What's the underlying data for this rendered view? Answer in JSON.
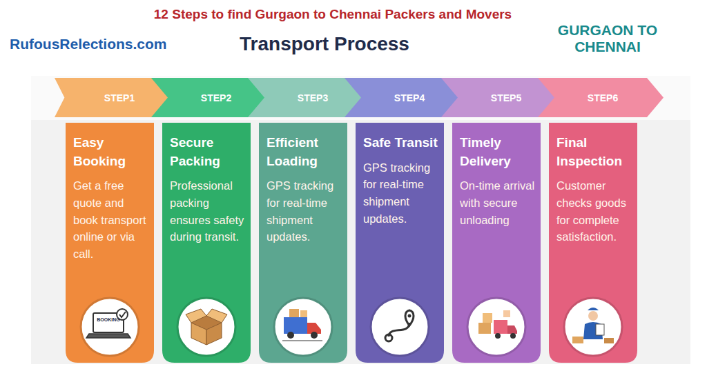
{
  "diagram": {
    "title": "12 Steps to find Gurgaon to Chennai Packers and Movers",
    "nodes": [
      {
        "text": [
          "STEP1"
        ]
      },
      {
        "text": [
          "Easy Booking",
          "Get a free quote and book transport online or via call."
        ]
      },
      {
        "text": [
          "STEP2"
        ]
      },
      {
        "text": [
          "Secure Packing",
          "Professional packing ensures safety during transit."
        ]
      },
      {
        "text": [
          "STEP3"
        ]
      },
      {
        "text": [
          "Efficient Loading",
          "GPS tracking for real-time shipment updates."
        ]
      },
      {
        "text": [
          "STEP4"
        ]
      },
      {
        "text": [
          "Safe Transit",
          "GPS tracking for real-time shipment updates."
        ]
      },
      {
        "text": [
          "STEP5"
        ]
      },
      {
        "text": [
          "Timely Delivery",
          "On-time arrival with secure unloading"
        ]
      },
      {
        "text": [
          "STEP6"
        ]
      },
      {
        "text": [
          "Final Inspection",
          "Customer checks goods for complete satisfaction."
        ]
      }
    ],
    "labels": [
      "RufousRelections.com",
      "Transport Process",
      "GURGAON TO CHENNAI",
      "BOOKING"
    ]
  }
}
